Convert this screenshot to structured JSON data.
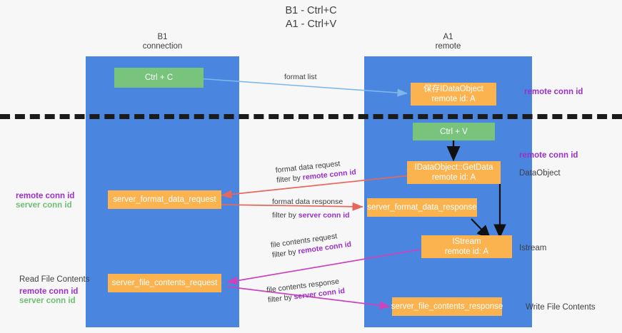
{
  "title": {
    "line1": "B1 - Ctrl+C",
    "line2": "A1 - Ctrl+V"
  },
  "columns": [
    {
      "id": "b1",
      "name": "B1",
      "role": "connection"
    },
    {
      "id": "a1",
      "name": "A1",
      "role": "remote"
    }
  ],
  "nodes": {
    "ctrl_c": {
      "label": "Ctrl + C",
      "color": "#78c47c"
    },
    "save_idataobject": {
      "line1": "保存IDataObject",
      "line2": "remote id: A",
      "color": "#fbb350"
    },
    "ctrl_v": {
      "label": "Ctrl + V",
      "color": "#78c47c"
    },
    "getdata": {
      "line1": "IDataObject::GetData",
      "line2": "remote id: A",
      "color": "#fbb350"
    },
    "server_format_data_request": {
      "label": "server_format_data_request",
      "color": "#fbb350"
    },
    "server_format_data_response": {
      "label": "server_format_data_response",
      "color": "#fbb350"
    },
    "istream": {
      "line1": "IStream",
      "line2": "remote id: A",
      "color": "#fbb350"
    },
    "server_file_contents_request": {
      "label": "server_file_contents_request",
      "color": "#fbb350"
    },
    "server_file_contents_response": {
      "label": "server_file_contents_response",
      "color": "#fbb350"
    }
  },
  "edges": {
    "format_list": {
      "label": "format list"
    },
    "format_data_request": {
      "line1": "format data request",
      "prefix": "filter by ",
      "highlight": "remote conn id"
    },
    "format_data_response": {
      "line1": "format data response",
      "prefix": "filter by ",
      "highlight": "server conn id"
    },
    "file_contents_request": {
      "line1": "file contents request",
      "prefix": "filter by ",
      "highlight": "remote conn id"
    },
    "file_contents_response": {
      "line1": "file contents response",
      "prefix": "filter by ",
      "highlight": "server conn id"
    }
  },
  "right_labels": {
    "remote_conn_id_top": "remote conn id",
    "remote_conn_id_mid": "remote conn id",
    "dataobject": "DataObject",
    "istream": "Istream",
    "write_file_contents": "Write File Contents"
  },
  "left_labels": {
    "remote_conn_id_mid": "remote conn id",
    "server_conn_id_mid": "server conn id",
    "read_file_contents": "Read File Contents",
    "remote_conn_id_bottom": "remote conn id",
    "server_conn_id_bottom": "server conn id"
  },
  "colors": {
    "lane": "#4a86e0",
    "orange": "#fbb350",
    "green": "#78c47c",
    "purple": "#9b30c8",
    "green_text": "#6fbf73",
    "red_arrow": "#e8675c",
    "magenta_arrow": "#c councils",
    "blue_arrow": "#7fb8e8",
    "background": "#f7f7f7"
  }
}
